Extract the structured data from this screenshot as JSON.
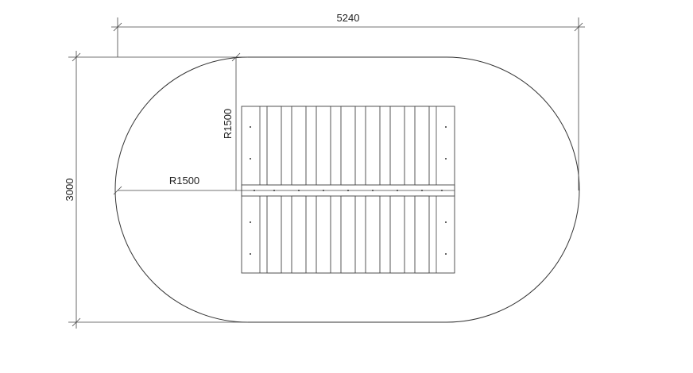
{
  "drawing": {
    "dim_overall_length": "5240",
    "dim_overall_width": "3000",
    "dim_radius_vertical": "R1500",
    "dim_radius_horizontal": "R1500"
  }
}
